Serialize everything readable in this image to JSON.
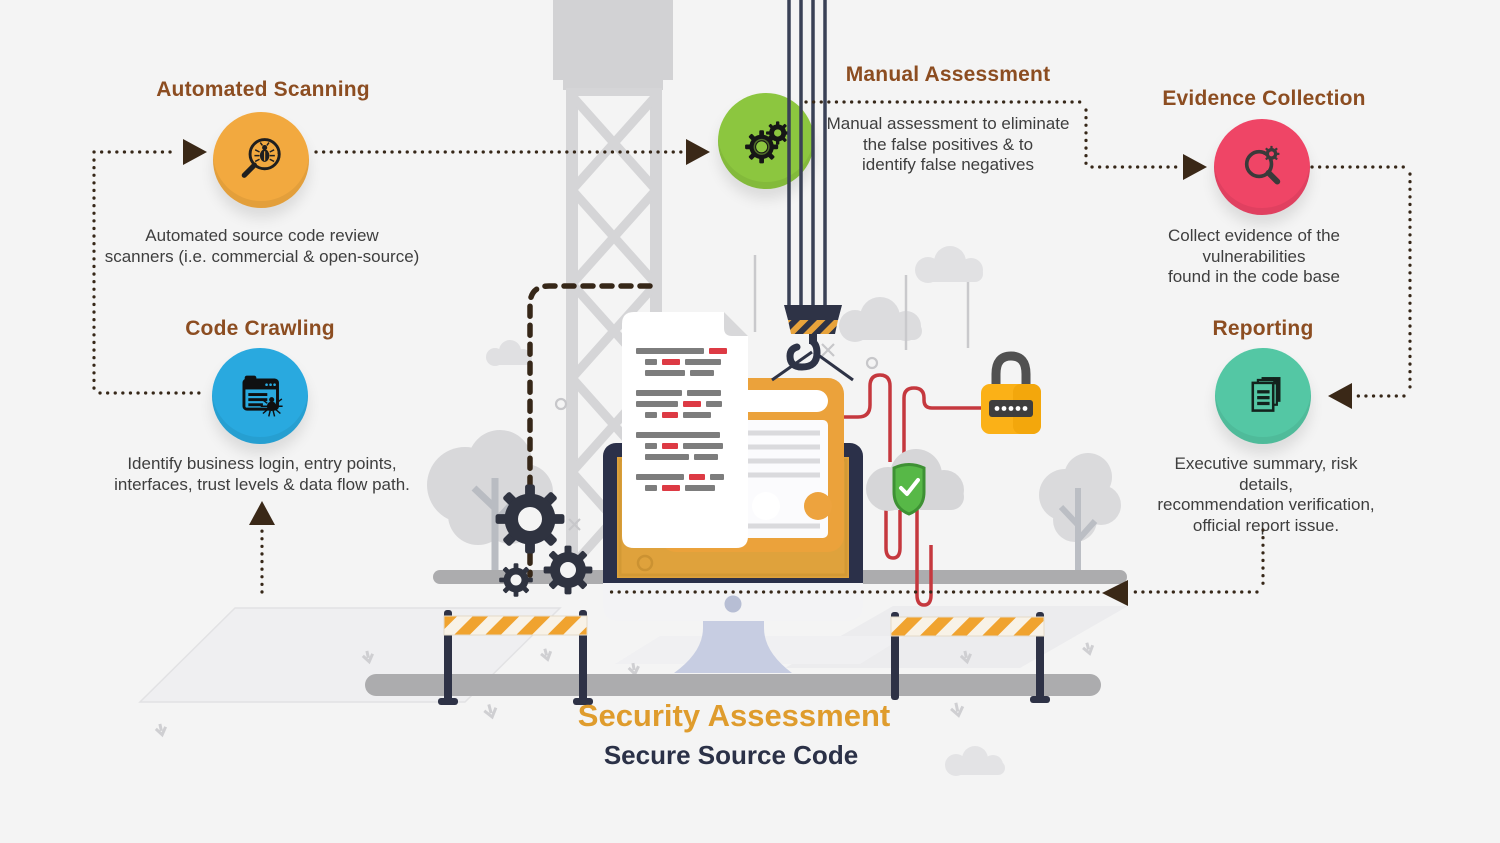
{
  "title": {
    "main": "Security Assessment",
    "subtitle": "Secure Source Code"
  },
  "steps": [
    {
      "id": "automated-scanning",
      "label": "Automated Scanning",
      "description": "Automated source code review\nscanners (i.e. commercial & open-source)",
      "color": "#F2A93F",
      "icon": "magnifier-bug-icon"
    },
    {
      "id": "code-crawling",
      "label": "Code Crawling",
      "description": "Identify business login, entry points,\ninterfaces, trust levels & data flow path.",
      "color": "#29A9DF",
      "icon": "browser-spider-icon"
    },
    {
      "id": "manual-assessment",
      "label": "Manual Assessment",
      "description": "Manual assessment to eliminate\nthe false positives & to\nidentify false negatives",
      "color": "#8CC63F",
      "icon": "gears-icon"
    },
    {
      "id": "evidence-collection",
      "label": "Evidence Collection",
      "description": "Collect evidence of the vulnerabilities\nfound in the code base",
      "color": "#EF4566",
      "icon": "magnifier-gear-icon"
    },
    {
      "id": "reporting",
      "label": "Reporting",
      "description": "Executive summary, risk details,\nrecommendation verification,\nofficial report issue.",
      "color": "#54C7A4",
      "icon": "stacked-documents-icon"
    }
  ],
  "colors": {
    "background": "#F4F4F4",
    "heading_brown": "#8C4D21",
    "body_text": "#3E3E3E",
    "title_gold": "#DF9C2D",
    "title_navy": "#2B3147",
    "connector_dark": "#362718",
    "illustration_gray": "#D5D5D7",
    "monitor_navy": "#2B3049",
    "screen_orange": "#DFA23C",
    "code_gray": "#7D7D7D",
    "code_red": "#DD3A44",
    "wire_red": "#C5383E",
    "padlock_yellow": "#FBB117",
    "shield_green": "#57B847"
  },
  "illustration": {
    "code_lines": [
      {
        "indent": 0,
        "segments": [
          [
            "g",
            68
          ],
          [
            "r",
            18
          ]
        ]
      },
      {
        "indent": 9,
        "segments": [
          [
            "g",
            12
          ],
          [
            "r",
            18
          ],
          [
            "g",
            36
          ]
        ]
      },
      {
        "indent": 9,
        "segments": [
          [
            "g",
            40
          ],
          [
            "g",
            24
          ]
        ]
      },
      {
        "gap": 9
      },
      {
        "segments": [
          [
            "g",
            46
          ],
          [
            "g",
            34
          ]
        ]
      },
      {
        "segments": [
          [
            "g",
            42
          ],
          [
            "r",
            18
          ],
          [
            "g",
            16
          ]
        ]
      },
      {
        "indent": 9,
        "segments": [
          [
            "g",
            12
          ],
          [
            "r",
            16
          ],
          [
            "g",
            28
          ]
        ]
      },
      {
        "gap": 9
      },
      {
        "segments": [
          [
            "g",
            84
          ]
        ]
      },
      {
        "indent": 9,
        "segments": [
          [
            "g",
            12
          ],
          [
            "r",
            16
          ],
          [
            "g",
            40
          ]
        ]
      },
      {
        "indent": 9,
        "segments": [
          [
            "g",
            44
          ],
          [
            "g",
            24
          ]
        ]
      },
      {
        "gap": 9
      },
      {
        "segments": [
          [
            "g",
            48
          ],
          [
            "r",
            16
          ],
          [
            "g",
            14
          ]
        ]
      },
      {
        "indent": 9,
        "segments": [
          [
            "g",
            12
          ],
          [
            "r",
            18
          ],
          [
            "g",
            30
          ]
        ]
      }
    ]
  }
}
